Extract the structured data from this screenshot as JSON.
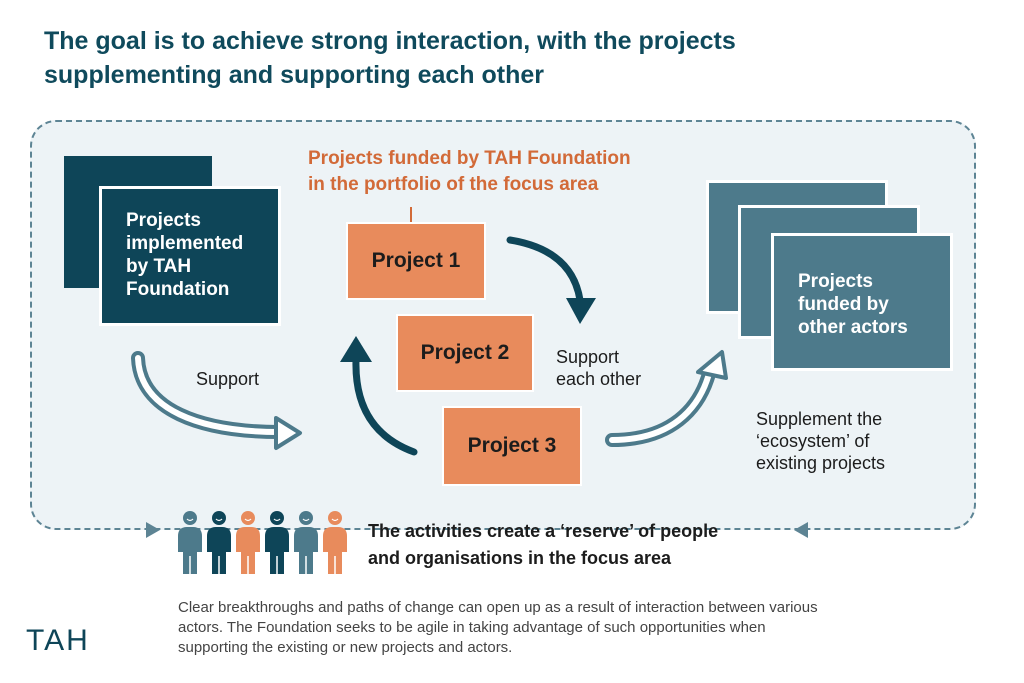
{
  "title": {
    "line1": "The goal is to achieve strong interaction, with the projects",
    "line2": "supplementing and supporting each other"
  },
  "implemented": {
    "line1": "Projects",
    "line2": "implemented",
    "line3": "by TAH",
    "line4": "Foundation"
  },
  "portfolio": {
    "line1": "Projects funded by TAH Foundation",
    "line2": "in the portfolio of the focus area"
  },
  "projects": [
    "Project 1",
    "Project 2",
    "Project 3"
  ],
  "support_label": "Support",
  "support_each_other": {
    "line1": "Support",
    "line2": "each other"
  },
  "other_actors": {
    "line1": "Projects",
    "line2": "funded by",
    "line3": "other actors"
  },
  "supplement": {
    "line1": "Supplement the",
    "line2": "‘ecosystem’ of",
    "line3": "existing projects"
  },
  "reserve": {
    "line1": "The activities create a ‘reserve’ of people",
    "line2": "and organisations in the focus area"
  },
  "footer": {
    "line1": "Clear breakthroughs and paths of change can open up as a result of interaction between various",
    "line2": "actors. The Foundation seeks to be agile in taking advantage of such opportunities when",
    "line3": "supporting the existing or new projects and actors."
  },
  "logo": "TAH",
  "colors": {
    "navy": "#0e4558",
    "teal": "#4d7a8b",
    "orange": "#e88b5c",
    "orange_text": "#d26a38",
    "frame_bg": "#edf3f6",
    "frame_border": "#5d8494"
  },
  "people_colors": [
    "#4d7a8b",
    "#0e4558",
    "#e88b5c",
    "#0e4558",
    "#4d7a8b",
    "#e88b5c"
  ]
}
